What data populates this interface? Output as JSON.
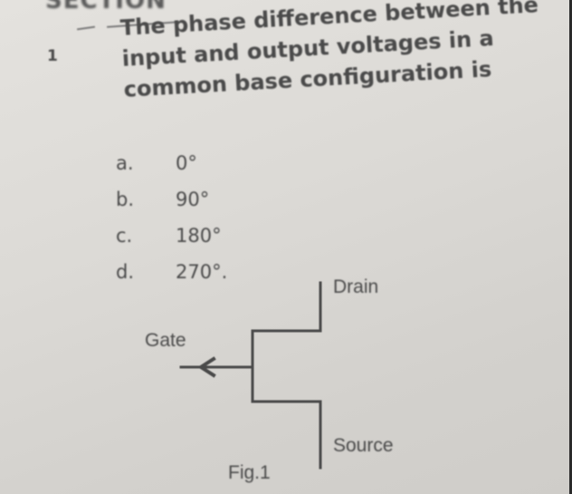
{
  "header": {
    "section_fragment": "SECTION"
  },
  "question": {
    "number": "1",
    "text_lines": [
      "The phase difference between the",
      "input and output voltages in a",
      "common base configuration is"
    ]
  },
  "options": [
    {
      "letter": "a.",
      "value": "0°"
    },
    {
      "letter": "b.",
      "value": "90°"
    },
    {
      "letter": "c.",
      "value": "180°"
    },
    {
      "letter": "d.",
      "value": "270°."
    }
  ],
  "figure": {
    "type": "FET symbol",
    "labels": {
      "drain": "Drain",
      "gate": "Gate",
      "source": "Source"
    },
    "caption": "Fig.1"
  },
  "colors": {
    "paper": "#dcdad6",
    "ink": "#4a4a4a",
    "border": "#2b2b2b"
  }
}
